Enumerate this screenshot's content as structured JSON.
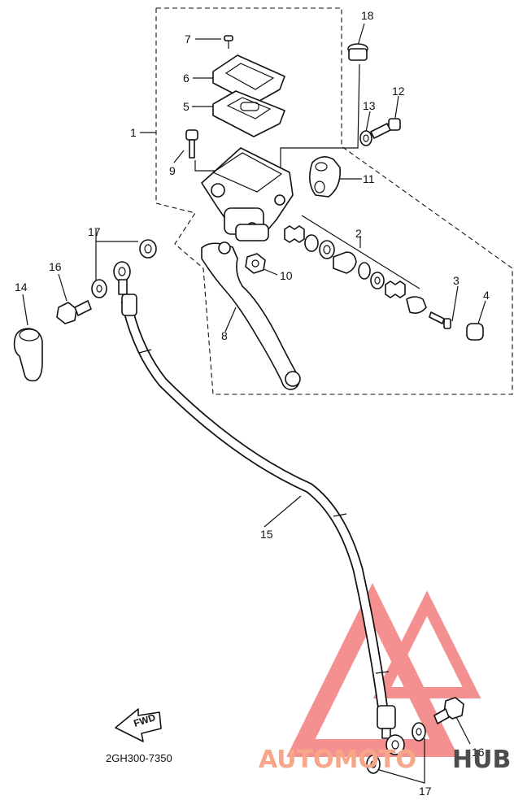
{
  "labels": {
    "p1": "1",
    "p2": "2",
    "p3": "3",
    "p4": "4",
    "p5": "5",
    "p6": "6",
    "p7": "7",
    "p8": "8",
    "p9": "9",
    "p10": "10",
    "p11": "11",
    "p12": "12",
    "p13": "13",
    "p14": "14",
    "p15": "15",
    "p16a": "16",
    "p16b": "16",
    "p17a": "17",
    "p17b": "17",
    "p18": "18"
  },
  "diagram_code": "2GH300-7350",
  "fwd_label": "FWD",
  "watermark": {
    "part1": "AUTOMOTO",
    "part2": "HUB",
    "color1": "#f7a68a",
    "color2": "#4d4d4d",
    "triangle_color": "#f26b6b"
  }
}
